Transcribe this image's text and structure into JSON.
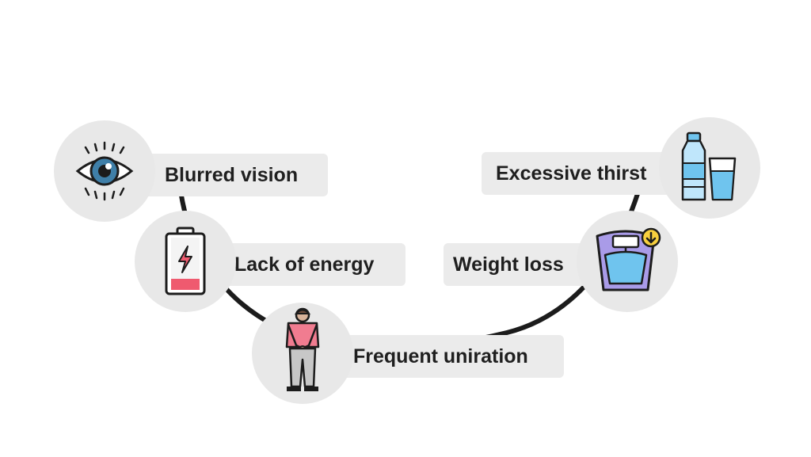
{
  "symptoms": [
    {
      "label": "Blurred vision",
      "icon": "eye-icon"
    },
    {
      "label": "Lack of energy",
      "icon": "low-battery-icon"
    },
    {
      "label": "Frequent uniration",
      "icon": "person-urgency-icon"
    },
    {
      "label": "Weight loss",
      "icon": "weight-scale-icon"
    },
    {
      "label": "Excessive thirst",
      "icon": "water-bottle-glass-icon"
    }
  ],
  "colors": {
    "connector": "#1c1c1c",
    "circle_fill": "#e8e8e8",
    "label_fill": "#ebebeb",
    "eye_iris": "#3f7fa8",
    "battery_charge": "#ef5a6f",
    "shirt": "#f07c90",
    "scale_body": "#a99be8",
    "water": "#6fc4ee",
    "badge": "#f7cf3e"
  }
}
